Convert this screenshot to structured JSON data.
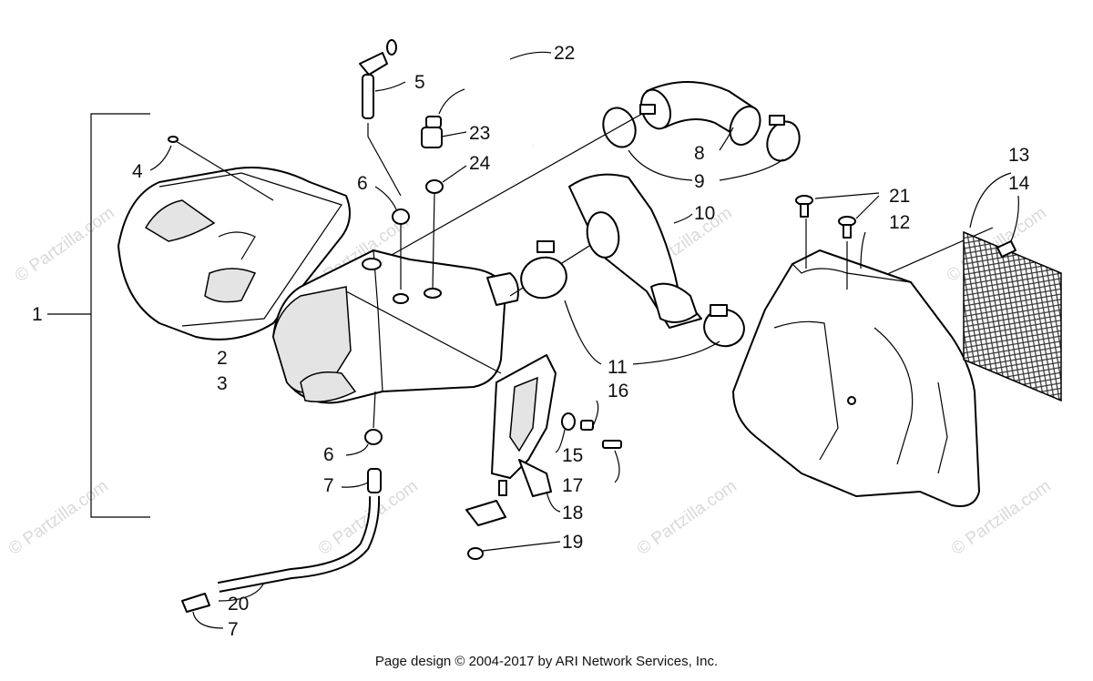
{
  "watermark": "© Partzilla.com",
  "footer": "Page design © 2004-2017 by ARI Network Services, Inc.",
  "callouts": [
    "1",
    "2",
    "3",
    "4",
    "5",
    "6",
    "6",
    "7",
    "7",
    "8",
    "9",
    "10",
    "11",
    "12",
    "13",
    "14",
    "15",
    "16",
    "17",
    "18",
    "19",
    "20",
    "21",
    "22",
    "23",
    "24"
  ]
}
